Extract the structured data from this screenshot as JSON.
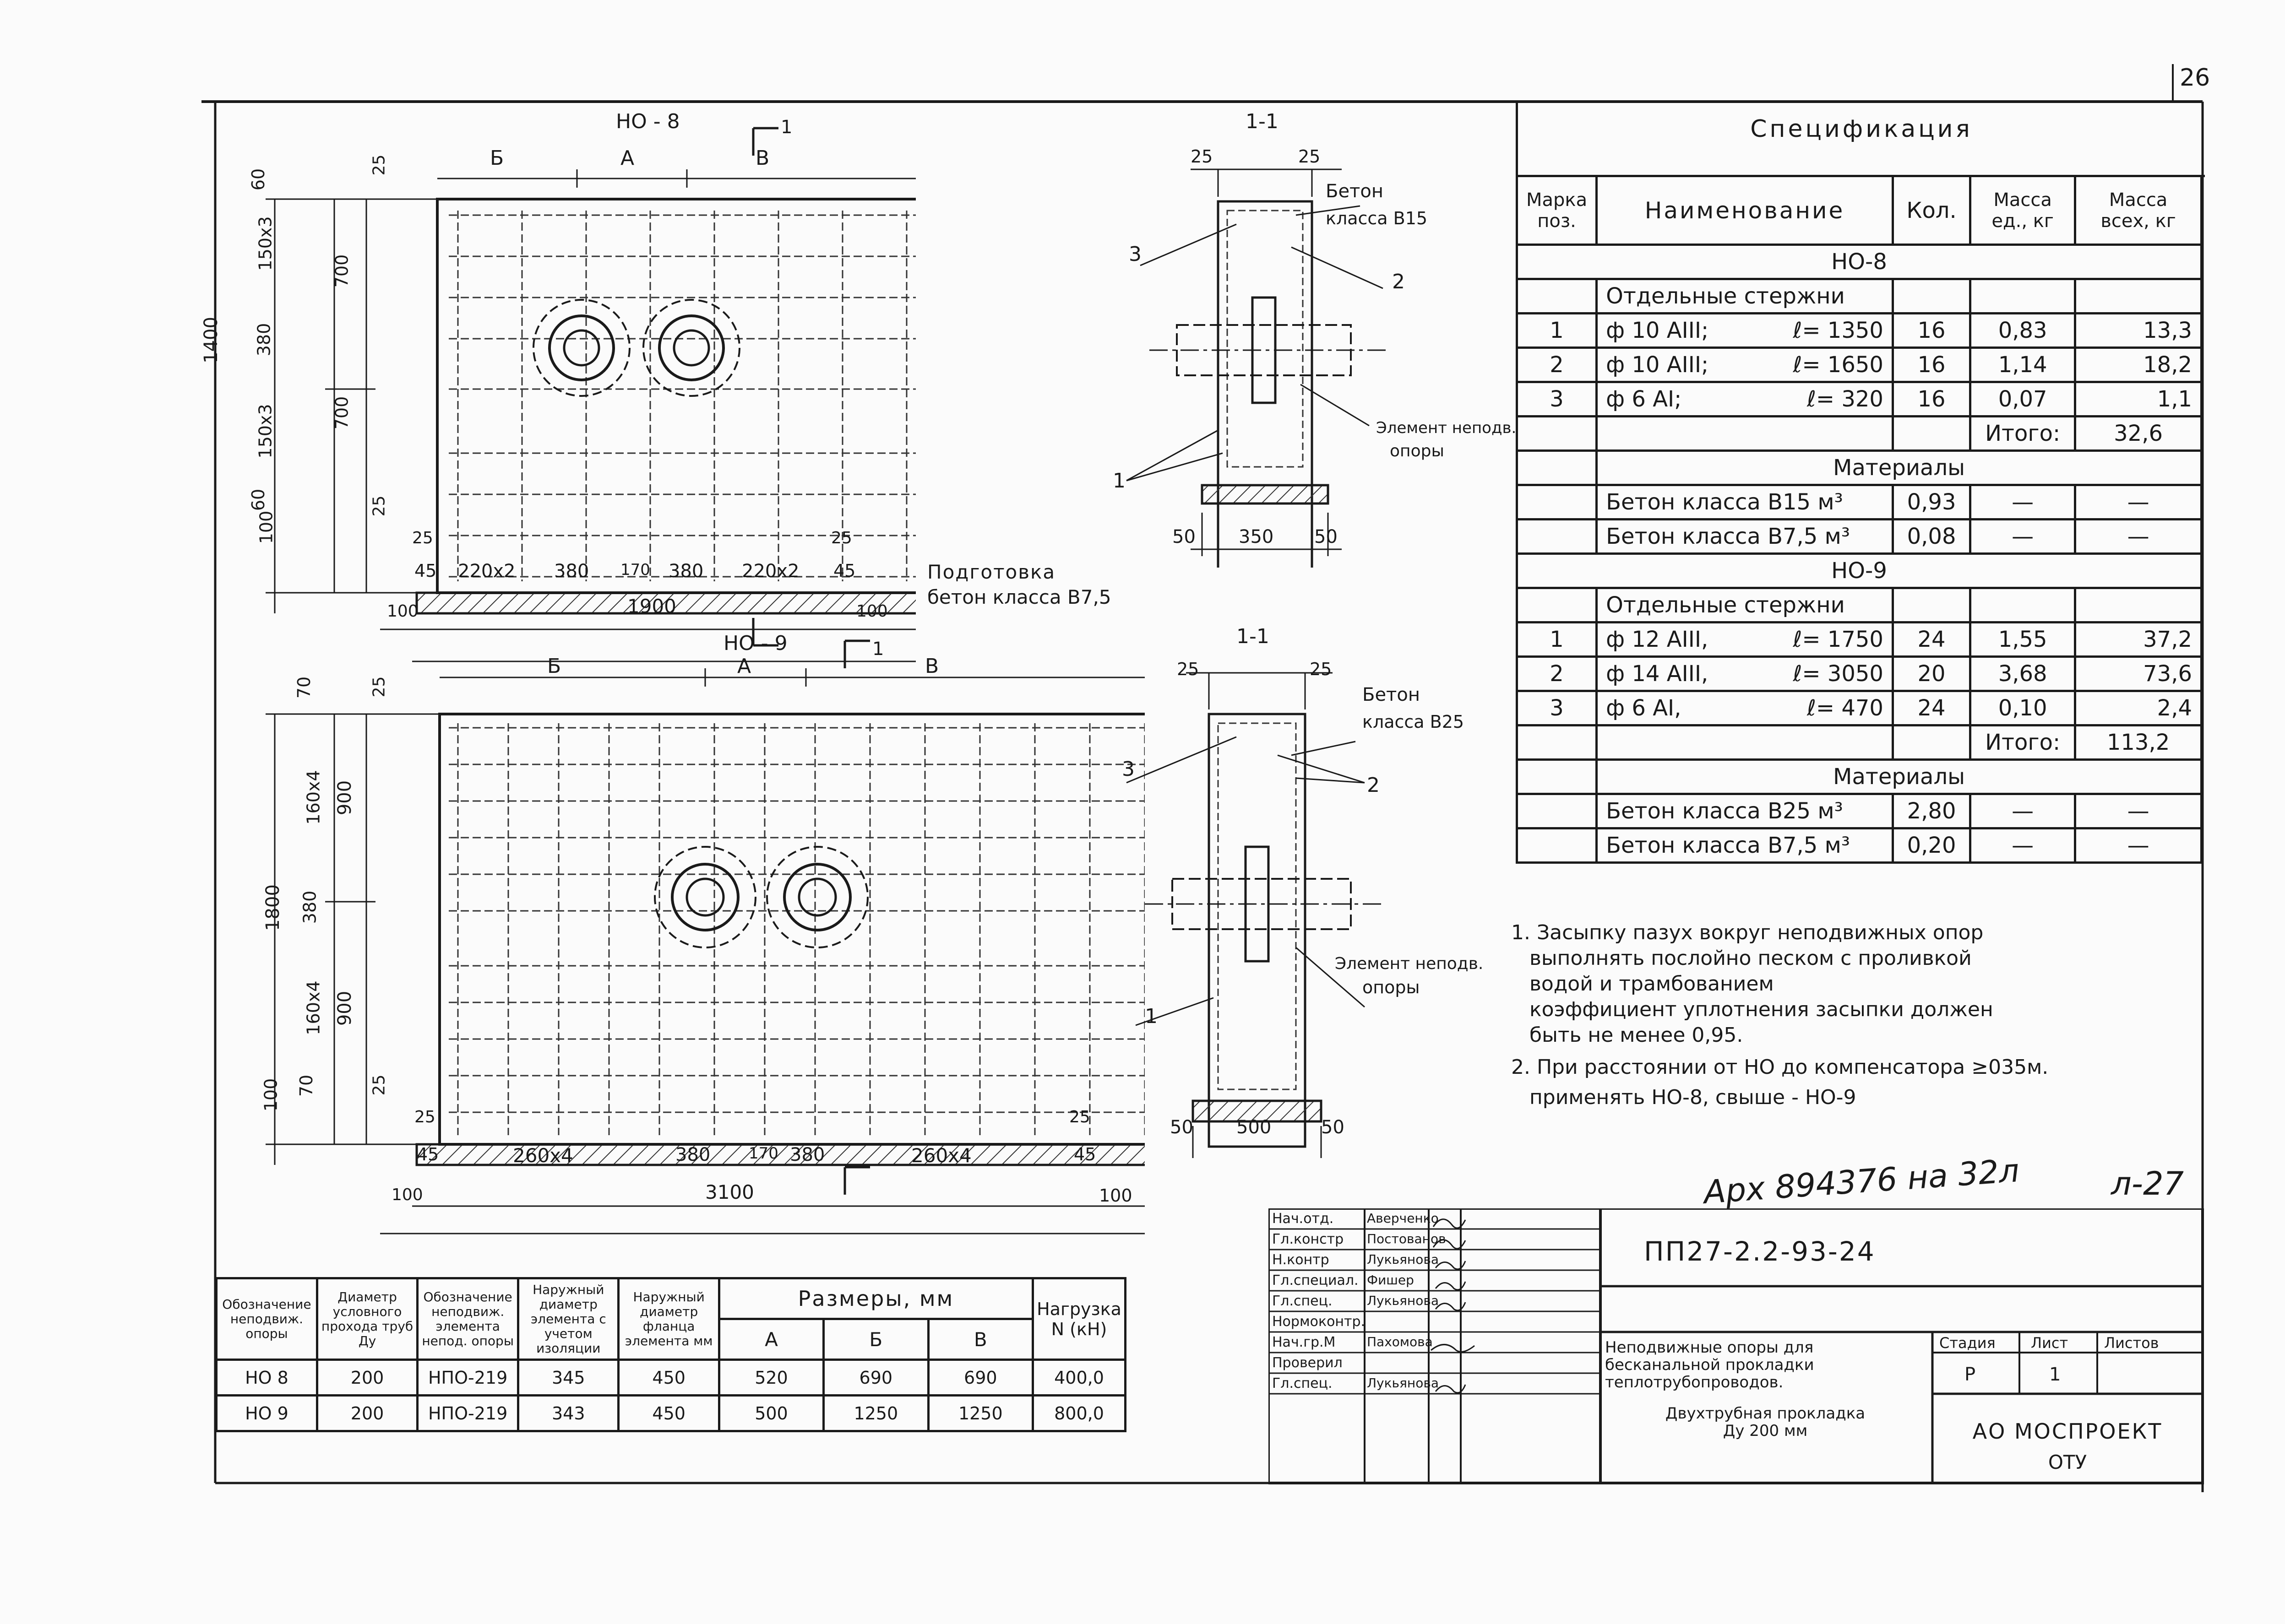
{
  "sheet": {
    "page_number": "26",
    "archive_note": "Арх 894376 на 32л",
    "sheet_mark": "л-27"
  },
  "plan_ho8": {
    "title": "НО - 8",
    "section_mark": "1",
    "zones": [
      "Б",
      "А",
      "В"
    ],
    "left_dims": [
      "60",
      "150х3",
      "380",
      "150х3",
      "60",
      "100"
    ],
    "left_total": "1400",
    "inner_dims": [
      "700",
      "700"
    ],
    "edge_dims": [
      "25",
      "25"
    ],
    "bottom_edge_dims": [
      "25",
      "25"
    ],
    "bottom_row": [
      "45",
      "220х2",
      "380",
      "170",
      "380",
      "220х2",
      "45"
    ],
    "bottom_total": "1900",
    "outer_dims": [
      "100",
      "100"
    ],
    "prep_label_1": "Подготовка",
    "prep_label_2": "бетон класса В7,5"
  },
  "section_ho8": {
    "title": "1-1",
    "top_dims": [
      "25",
      "25"
    ],
    "concrete_1": "Бетон",
    "concrete_2": "класса В15",
    "callouts": [
      "3",
      "2",
      "1"
    ],
    "element_1": "Элемент неподв.",
    "element_2": "опоры",
    "bottom_dims": [
      "50",
      "350",
      "50"
    ]
  },
  "plan_ho9": {
    "title": "НО - 9",
    "section_mark": "1",
    "zones": [
      "Б",
      "А",
      "В"
    ],
    "left_dims": [
      "70",
      "160х4",
      "380",
      "160х4",
      "70",
      "100"
    ],
    "left_total": "1800",
    "inner_dims": [
      "900",
      "900"
    ],
    "edge_dims": [
      "25",
      "25"
    ],
    "bottom_edge_dims": [
      "25",
      "25"
    ],
    "bottom_row": [
      "45",
      "260х4",
      "380",
      "170",
      "380",
      "260х4",
      "45"
    ],
    "bottom_total": "3100",
    "outer_dims": [
      "100",
      "100"
    ]
  },
  "section_ho9": {
    "title": "1-1",
    "top_dims": [
      "25",
      "25"
    ],
    "concrete_1": "Бетон",
    "concrete_2": "класса В25",
    "callouts": [
      "3",
      "2",
      "1"
    ],
    "element_1": "Элемент неподв.",
    "element_2": "опоры",
    "bottom_dims": [
      "50",
      "500",
      "50"
    ]
  },
  "specification": {
    "title": "Спецификация",
    "headers": [
      "Марка поз.",
      "Наименование",
      "Кол.",
      "Масса ед., кг",
      "Масса всех, кг"
    ],
    "ho8_label": "НО-8",
    "ho8_group": "Отдельные стержни",
    "ho8_rows": [
      {
        "pos": "1",
        "name": "ф 10 АIII;",
        "len": "ℓ= 1350",
        "qty": "16",
        "unit": "0,83",
        "total": "13,3"
      },
      {
        "pos": "2",
        "name": "ф 10 АIII;",
        "len": "ℓ= 1650",
        "qty": "16",
        "unit": "1,14",
        "total": "18,2"
      },
      {
        "pos": "3",
        "name": "ф 6 АI;",
        "len": "ℓ= 320",
        "qty": "16",
        "unit": "0,07",
        "total": "1,1"
      }
    ],
    "ho8_total_label": "Итого:",
    "ho8_total": "32,6",
    "ho8_materials_label": "Материалы",
    "ho8_materials": [
      {
        "name": "Бетон класса В15 м³",
        "qty": "0,93",
        "unit": "—",
        "total": "—"
      },
      {
        "name": "Бетон класса В7,5 м³",
        "qty": "0,08",
        "unit": "—",
        "total": "—"
      }
    ],
    "ho9_label": "НО-9",
    "ho9_group": "Отдельные стержни",
    "ho9_rows": [
      {
        "pos": "1",
        "name": "ф 12 АIII,",
        "len": "ℓ= 1750",
        "qty": "24",
        "unit": "1,55",
        "total": "37,2"
      },
      {
        "pos": "2",
        "name": "ф 14 АIII,",
        "len": "ℓ= 3050",
        "qty": "20",
        "unit": "3,68",
        "total": "73,6"
      },
      {
        "pos": "3",
        "name": "ф 6 АI,",
        "len": "ℓ= 470",
        "qty": "24",
        "unit": "0,10",
        "total": "2,4"
      }
    ],
    "ho9_total_label": "Итого:",
    "ho9_total": "113,2",
    "ho9_materials_label": "Материалы",
    "ho9_materials": [
      {
        "name": "Бетон класса В25 м³",
        "qty": "2,80",
        "unit": "—",
        "total": "—"
      },
      {
        "name": "Бетон класса В7,5 м³",
        "qty": "0,20",
        "unit": "—",
        "total": "—"
      }
    ]
  },
  "notes": {
    "n1_l1": "1. Засыпку пазух вокруг неподвижных опор",
    "n1_l2": "выполнять послойно песком с проливкой",
    "n1_l3": "водой и трамбованием",
    "n1_l4": "коэффициент уплотнения засыпки должен",
    "n1_l5": "быть не менее 0,95.",
    "n2_l1": "2. При расстоянии от НО до компенсатора ≥035м.",
    "n2_l2": "применять НО-8, свыше - НО-9"
  },
  "dims_table": {
    "headers": [
      "Обозначение неподвиж. опоры",
      "Диаметр условного прохода труб Ду",
      "Обозначение неподвиж. элемента непод. опоры",
      "Наружный диаметр элемента с учетом изоляции",
      "Наружный диаметр фланца элемента мм"
    ],
    "sizes_header": "Размеры, мм",
    "size_cols": [
      "А",
      "Б",
      "В"
    ],
    "load_header": "Нагрузка N (кН)",
    "rows": [
      [
        "НО 8",
        "200",
        "НПО-219",
        "345",
        "450",
        "520",
        "690",
        "690",
        "400,0"
      ],
      [
        "НО 9",
        "200",
        "НПО-219",
        "343",
        "450",
        "500",
        "1250",
        "1250",
        "800,0"
      ]
    ]
  },
  "title_block": {
    "roles": [
      "Нач.отд.",
      "Гл.констр",
      "Н.контр",
      "Гл.специал.",
      "Гл.спец.",
      "Нормоконтр.",
      "Нач.гр.М",
      "Проверил",
      "Гл.спец."
    ],
    "names": [
      "Аверченко",
      "Постованов",
      "Лукьянова",
      "Фишер",
      "Лукьянова",
      "",
      "Пахомова",
      "",
      "Лукьянова"
    ],
    "code": "ПП27-2.2-93-24",
    "desc_l1": "Неподвижные опоры для",
    "desc_l2": "бесканальной прокладки",
    "desc_l3": "теплотрубопроводов.",
    "desc_l4": "Двухтрубная прокладка",
    "desc_l5": "Ду 200 мм",
    "stage_label": "Стадия",
    "sheet_label": "Лист",
    "sheets_label": "Листов",
    "stage": "Р",
    "sheet": "1",
    "org_1": "АО МОСПРОЕКТ",
    "org_2": "ОТУ"
  },
  "colors": {
    "ink": "#1a1a1a",
    "paper": "#fbfbfb"
  }
}
